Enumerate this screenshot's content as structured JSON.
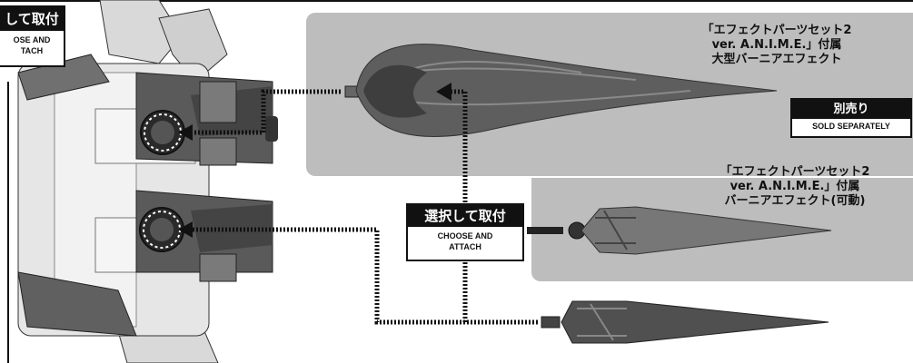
{
  "badges": {
    "choose_attach_topleft": {
      "jp": "して取付",
      "en_line1": "OSE AND",
      "en_line2": "TACH"
    },
    "choose_attach_center": {
      "jp": "選択して取付",
      "en_line1": "CHOOSE AND",
      "en_line2": "ATTACH"
    },
    "sold_separately": {
      "jp": "別売り",
      "en": "SOLD SEPARATELY"
    }
  },
  "captions": {
    "large_burnia": {
      "line1": "「エフェクトパーツセット2",
      "line2": "ver. A.N.I.M.E.」付属",
      "line3": "大型バーニアエフェクト"
    },
    "burnia_movable": {
      "line1": "「エフェクトパーツセット2",
      "line2": "ver. A.N.I.M.E.」付属",
      "line3": "バーニアエフェクト(可動)"
    }
  },
  "colors": {
    "panel_gray": "#bdbdbd",
    "ink": "#111111"
  }
}
